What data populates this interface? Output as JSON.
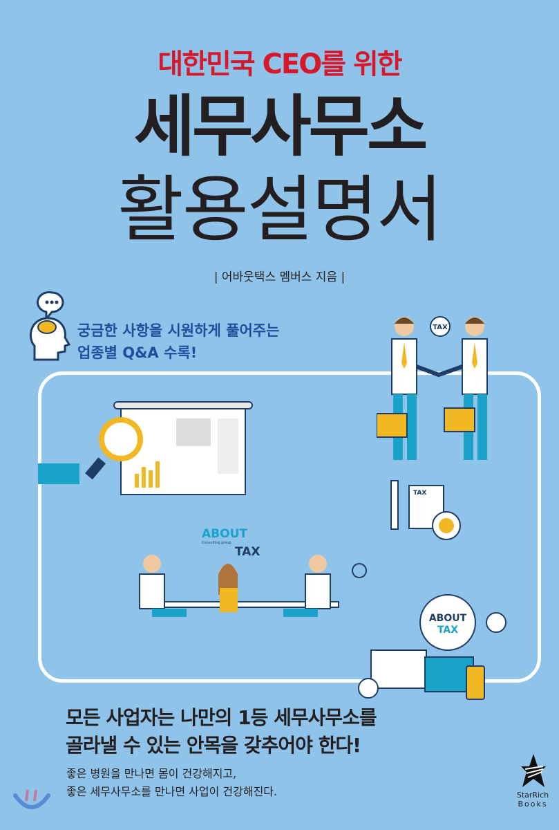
{
  "cover": {
    "kicker": "대한민국 CEO를 위한",
    "title_line1": "세무사무소",
    "title_line2": "활용설명서",
    "author": "| 어바웃택스 멤버스 지음 |",
    "qa_line1": "궁금한 사항을 시원하게 풀어주는",
    "qa_line2": "업종별 Q&A 수록!",
    "tagline_line1": "모든 사업자는 나만의 1등 세무사무소를",
    "tagline_line2": "골라낼 수 있는 안목을 갖추어야 한다!",
    "quote_line1": "좋은 병원을 만나면 몸이 건강해지고,",
    "quote_line2": "좋은 세무사무소를 만나면 사업이 건강해진다.",
    "publisher_line1": "StarRich",
    "publisher_line2": "Books"
  },
  "illustration": {
    "tax_bulb": "TAX",
    "tax_doc": "TAX",
    "logo_about": "ABOUT",
    "logo_tax": "TAX",
    "logo_sub": "Consulting group",
    "badge_about": "ABOUT",
    "badge_tax": "TAX"
  },
  "colors": {
    "background": "#8fc3ea",
    "kicker": "#d7182a",
    "qa": "#1d4f9c",
    "accent_yellow": "#f2b824",
    "suit_blue": "#1aa3c9"
  }
}
